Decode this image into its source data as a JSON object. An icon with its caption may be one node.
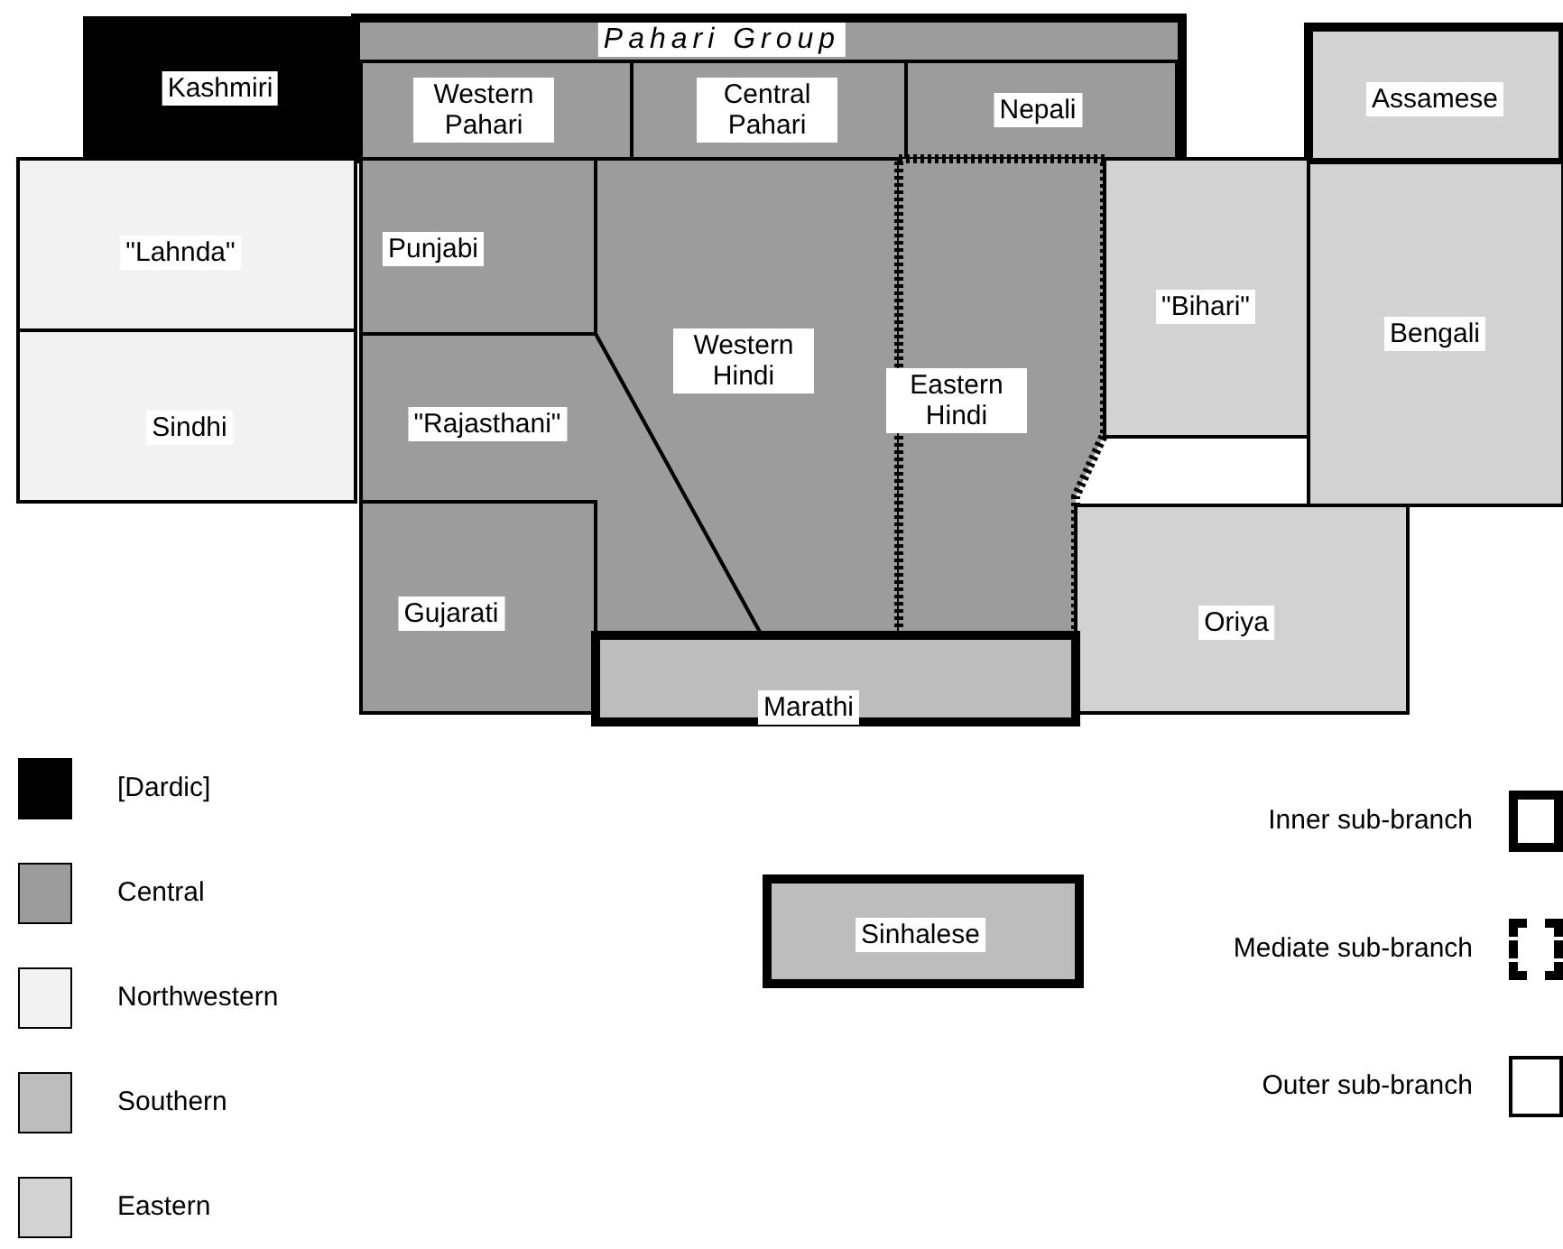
{
  "diagram": {
    "nodes": [
      {
        "text": [
          "Kashmiri"
        ]
      },
      {
        "text": [
          "Pahari Group"
        ]
      },
      {
        "text": [
          "Western Pahari"
        ],
        "in": 1
      },
      {
        "text": [
          "Central Pahari"
        ],
        "in": 1
      },
      {
        "text": [
          "Nepali"
        ],
        "in": 1
      },
      {
        "text": [
          "Assamese"
        ]
      },
      {
        "text": [
          "\"Lahnda\""
        ]
      },
      {
        "text": [
          "Punjabi"
        ]
      },
      {
        "text": [
          "Western Hindi"
        ]
      },
      {
        "text": [
          "Eastern Hindi"
        ]
      },
      {
        "text": [
          "\"Bihari\""
        ]
      },
      {
        "text": [
          "Bengali"
        ]
      },
      {
        "text": [
          "Sindhi"
        ]
      },
      {
        "text": [
          "\"Rajasthani\""
        ]
      },
      {
        "text": [
          "Gujarati"
        ]
      },
      {
        "text": [
          "Oriya"
        ]
      },
      {
        "text": [
          "Marathi"
        ]
      },
      {
        "text": [
          "Sinhalese"
        ]
      }
    ],
    "legend": [
      {
        "text": "[Dardic]",
        "color": "#000000"
      },
      {
        "text": "Central",
        "color": "#9c9c9c"
      },
      {
        "text": "Northwestern",
        "color": "#f2f2f2"
      },
      {
        "text": "Southern",
        "color": "#bdbdbd"
      },
      {
        "text": "Eastern",
        "color": "#d2d2d2"
      },
      {
        "text": "Inner sub-branch"
      },
      {
        "text": "Mediate sub-branch"
      },
      {
        "text": "Outer sub-branch"
      }
    ]
  }
}
